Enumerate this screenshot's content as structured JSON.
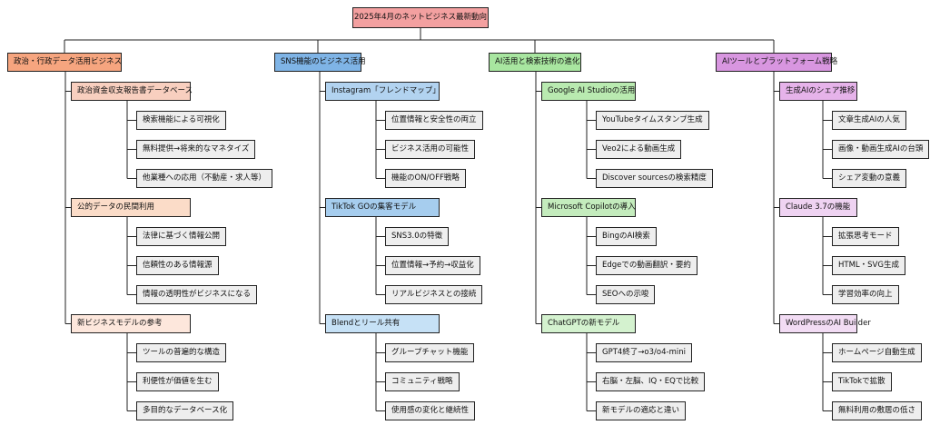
{
  "root": {
    "title": "2025年4月のネットビジネス最新動向"
  },
  "columns": [
    {
      "title": "政治・行政データ活用ビジネス",
      "color": "#f6a57f",
      "subs": [
        {
          "title": "政治資金収支報告書データベース",
          "color": "#f8cfbf",
          "items": [
            "検索機能による可視化",
            "無料提供→将来的なマネタイズ",
            "他業種への応用（不動産・求人等）"
          ]
        },
        {
          "title": "公的データの民間利用",
          "color": "#fbdcc8",
          "items": [
            "法律に基づく情報公開",
            "信頼性のある情報源",
            "情報の透明性がビジネスになる"
          ]
        },
        {
          "title": "新ビジネスモデルの参考",
          "color": "#fde7dc",
          "items": [
            "ツールの普遍的な構造",
            "利便性が価値を生む",
            "多目的なデータベース化"
          ]
        }
      ]
    },
    {
      "title": "SNS機能のビジネス活用",
      "color": "#7fb4e6",
      "subs": [
        {
          "title": "Instagram「フレンドマップ」",
          "color": "#b2d3f0",
          "items": [
            "位置情報と安全性の両立",
            "ビジネス活用の可能性",
            "機能のON/OFF戦略"
          ]
        },
        {
          "title": "TikTok GOの集客モデル",
          "color": "#a6cdee",
          "items": [
            "SNS3.0の特徴",
            "位置情報→予約→収益化",
            "リアルビジネスとの接続"
          ]
        },
        {
          "title": "Blendとリール共有",
          "color": "#c6e1f6",
          "items": [
            "グループチャット機能",
            "コミュニティ戦略",
            "使用感の変化と継続性"
          ]
        }
      ]
    },
    {
      "title": "AI活用と検索技術の進化",
      "color": "#a8e6a0",
      "subs": [
        {
          "title": "Google AI Studioの活用",
          "color": "#b9eab0",
          "items": [
            "YouTubeタイムスタンプ生成",
            "Veo2による動画生成",
            "Discover sourcesの検索精度"
          ]
        },
        {
          "title": "Microsoft Copilotの導入",
          "color": "#c4ecbd",
          "items": [
            "BingのAI検索",
            "Edgeでの動画翻訳・要約",
            "SEOへの示唆"
          ]
        },
        {
          "title": "ChatGPTの新モデル",
          "color": "#d4f2cf",
          "items": [
            "GPT4終了→o3/o4-mini",
            "右脳・左脳、IQ・EQで比較",
            "新モデルの適応と違い"
          ]
        }
      ]
    },
    {
      "title": "AIツールとプラットフォーム戦略",
      "color": "#d896e0",
      "subs": [
        {
          "title": "生成AIのシェア推移",
          "color": "#e6b3ea",
          "items": [
            "文章生成AIの人気",
            "画像・動画生成AIの台頭",
            "シェア変動の意義"
          ]
        },
        {
          "title": "Claude 3.7の機能",
          "color": "#efd3f2",
          "items": [
            "拡張思考モード",
            "HTML・SVG生成",
            "学習効率の向上"
          ]
        },
        {
          "title": "WordPressのAI Builder",
          "color": "#f2dcf4",
          "items": [
            "ホームページ自動生成",
            "TikTokで拡散",
            "無料利用の敷居の低さ"
          ]
        }
      ]
    }
  ]
}
